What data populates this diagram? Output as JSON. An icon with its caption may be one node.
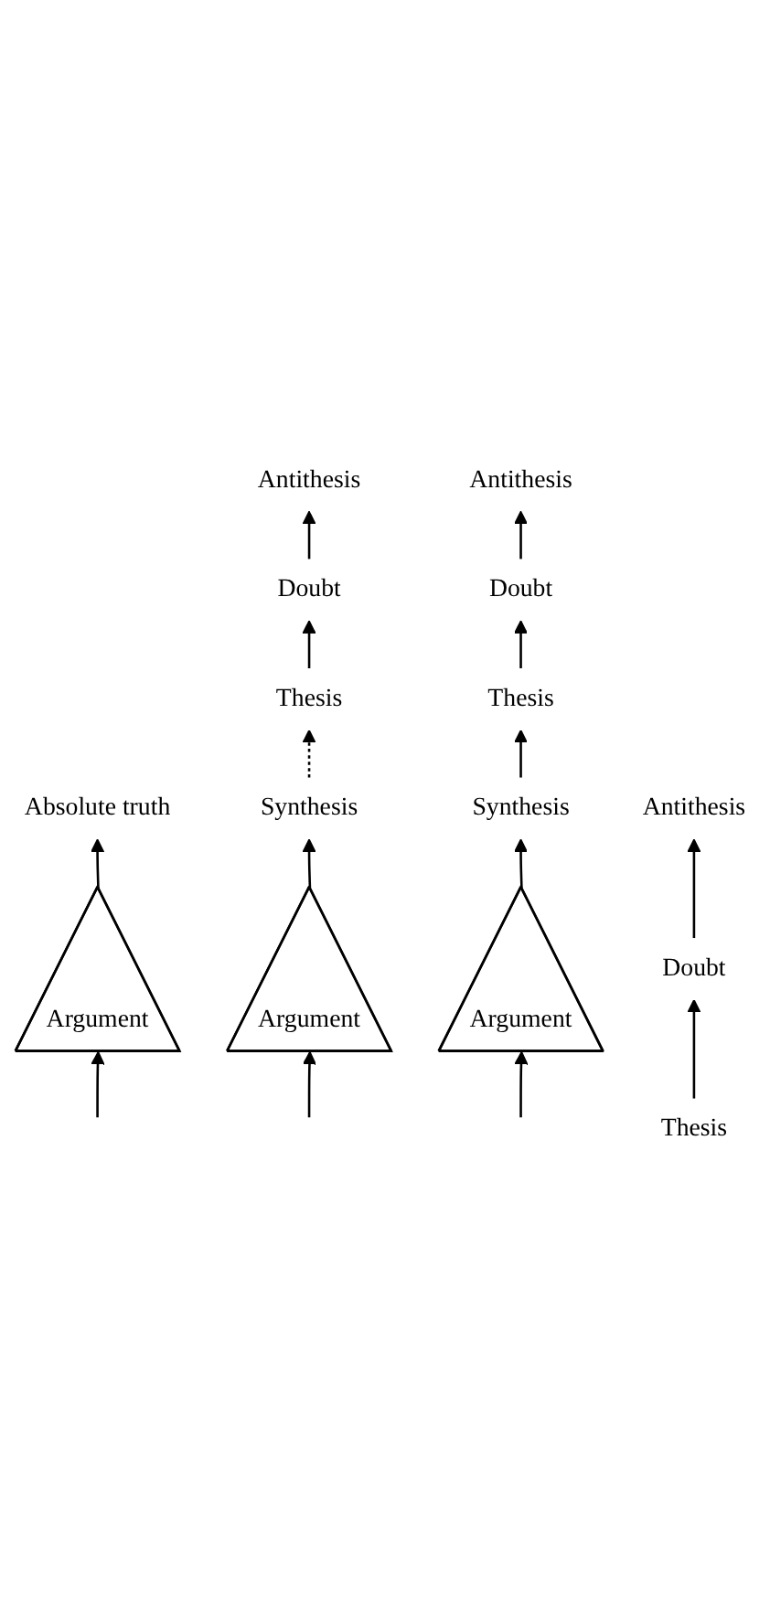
{
  "diagram": {
    "nodes": [
      {
        "text": [
          "Absolute truth"
        ]
      },
      {
        "text": [
          "Argument"
        ]
      },
      {
        "text": [
          "Thesis"
        ]
      },
      {
        "text": [
          "Doubt"
        ]
      },
      {
        "text": [
          "Antithesis"
        ]
      },
      {
        "text": [
          "Synthesis"
        ]
      },
      {
        "text": [
          "Argument"
        ]
      },
      {
        "text": [
          "Thesis"
        ]
      },
      {
        "text": [
          "Doubt"
        ]
      },
      {
        "text": [
          "Antithesis"
        ]
      },
      {
        "text": [
          "Synthesis"
        ]
      },
      {
        "text": [
          "Argument"
        ]
      },
      {
        "text": [
          "Thesis"
        ]
      },
      {
        "text": [
          "Doubt"
        ]
      },
      {
        "text": [
          "Antithesis"
        ]
      }
    ],
    "edges": [
      {
        "from": 1,
        "to": 0,
        "arrow": "to"
      },
      {
        "from": null,
        "to": 1,
        "arrow": "to"
      },
      {
        "from": 2,
        "to": 3,
        "arrow": "to"
      },
      {
        "from": 3,
        "to": 4,
        "arrow": "to"
      },
      {
        "from": 5,
        "to": 2,
        "arrow": "to",
        "style": "dashed"
      },
      {
        "from": 6,
        "to": 5,
        "arrow": "to"
      },
      {
        "from": null,
        "to": 6,
        "arrow": "to"
      },
      {
        "from": 7,
        "to": 8,
        "arrow": "to"
      },
      {
        "from": 8,
        "to": 9,
        "arrow": "to"
      },
      {
        "from": 10,
        "to": 7,
        "arrow": "to"
      },
      {
        "from": 11,
        "to": 10,
        "arrow": "to"
      },
      {
        "from": null,
        "to": 11,
        "arrow": "to"
      },
      {
        "from": 12,
        "to": 13,
        "arrow": "to"
      },
      {
        "from": 13,
        "to": 14,
        "arrow": "to"
      }
    ]
  }
}
